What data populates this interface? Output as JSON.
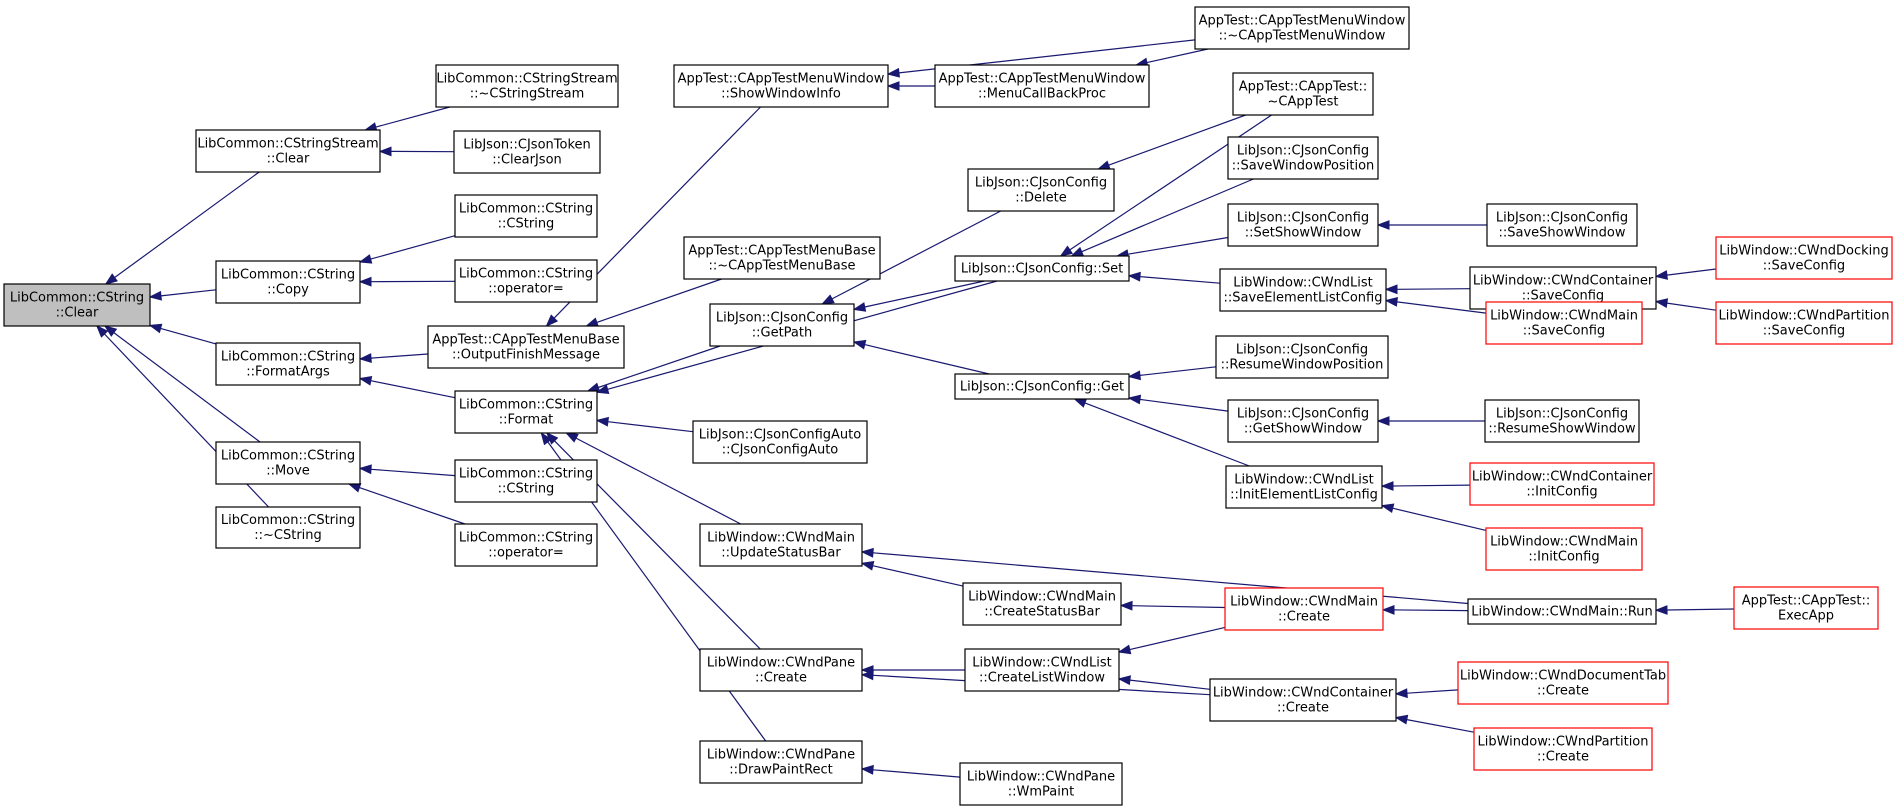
{
  "colors": {
    "edge": "#191970",
    "node_border": "#000000",
    "truncated_border": "#ff0000",
    "current_fill": "#bfbfbf",
    "background": "#ffffff"
  },
  "nodes": [
    {
      "id": "clear",
      "lines": [
        "LibCommon::CString",
        "::Clear"
      ],
      "style": "current"
    },
    {
      "id": "ss_clear",
      "lines": [
        "LibCommon::CStringStream",
        "::Clear"
      ],
      "style": "normal"
    },
    {
      "id": "ss_dtor",
      "lines": [
        "LibCommon::CStringStream",
        "::~CStringStream"
      ],
      "style": "normal"
    },
    {
      "id": "jt_clearjson",
      "lines": [
        "LibJson::CJsonToken",
        "::ClearJson"
      ],
      "style": "normal"
    },
    {
      "id": "cs_ctor1",
      "lines": [
        "LibCommon::CString",
        "::CString"
      ],
      "style": "normal"
    },
    {
      "id": "cs_copy",
      "lines": [
        "LibCommon::CString",
        "::Copy"
      ],
      "style": "normal"
    },
    {
      "id": "cs_op1",
      "lines": [
        "LibCommon::CString",
        "::operator="
      ],
      "style": "normal"
    },
    {
      "id": "cs_formatargs",
      "lines": [
        "LibCommon::CString",
        "::FormatArgs"
      ],
      "style": "normal"
    },
    {
      "id": "cs_move",
      "lines": [
        "LibCommon::CString",
        "::Move"
      ],
      "style": "normal"
    },
    {
      "id": "cs_dtor",
      "lines": [
        "LibCommon::CString",
        "::~CString"
      ],
      "style": "normal"
    },
    {
      "id": "atmb_output",
      "lines": [
        "AppTest::CAppTestMenuBase",
        "::OutputFinishMessage"
      ],
      "style": "normal"
    },
    {
      "id": "cs_format",
      "lines": [
        "LibCommon::CString",
        "::Format"
      ],
      "style": "normal"
    },
    {
      "id": "cs_ctor2",
      "lines": [
        "LibCommon::CString",
        "::CString"
      ],
      "style": "normal"
    },
    {
      "id": "cs_op2",
      "lines": [
        "LibCommon::CString",
        "::operator="
      ],
      "style": "normal"
    },
    {
      "id": "atmw_show",
      "lines": [
        "AppTest::CAppTestMenuWindow",
        "::ShowWindowInfo"
      ],
      "style": "normal"
    },
    {
      "id": "atmb_dtor",
      "lines": [
        "AppTest::CAppTestMenuBase",
        "::~CAppTestMenuBase"
      ],
      "style": "normal"
    },
    {
      "id": "jc_getpath",
      "lines": [
        "LibJson::CJsonConfig",
        "::GetPath"
      ],
      "style": "normal"
    },
    {
      "id": "jca_ctor",
      "lines": [
        "LibJson::CJsonConfigAuto",
        "::CJsonConfigAuto"
      ],
      "style": "normal"
    },
    {
      "id": "wm_updatestatus",
      "lines": [
        "LibWindow::CWndMain",
        "::UpdateStatusBar"
      ],
      "style": "normal"
    },
    {
      "id": "wp_create",
      "lines": [
        "LibWindow::CWndPane",
        "::Create"
      ],
      "style": "normal"
    },
    {
      "id": "wp_drawpaint",
      "lines": [
        "LibWindow::CWndPane",
        "::DrawPaintRect"
      ],
      "style": "normal"
    },
    {
      "id": "atmw_dtor",
      "lines": [
        "AppTest::CAppTestMenuWindow",
        "::~CAppTestMenuWindow"
      ],
      "style": "normal"
    },
    {
      "id": "atmw_menucb",
      "lines": [
        "AppTest::CAppTestMenuWindow",
        "::MenuCallBackProc"
      ],
      "style": "normal"
    },
    {
      "id": "jc_delete",
      "lines": [
        "LibJson::CJsonConfig",
        "::Delete"
      ],
      "style": "normal"
    },
    {
      "id": "jc_set",
      "lines": [
        "LibJson::CJsonConfig::Set"
      ],
      "style": "normal"
    },
    {
      "id": "jc_get",
      "lines": [
        "LibJson::CJsonConfig::Get"
      ],
      "style": "normal"
    },
    {
      "id": "wm_createstatus",
      "lines": [
        "LibWindow::CWndMain",
        "::CreateStatusBar"
      ],
      "style": "normal"
    },
    {
      "id": "wl_createlist",
      "lines": [
        "LibWindow::CWndList",
        "::CreateListWindow"
      ],
      "style": "normal"
    },
    {
      "id": "wp_wmpaint",
      "lines": [
        "LibWindow::CWndPane",
        "::WmPaint"
      ],
      "style": "normal"
    },
    {
      "id": "at_dtor",
      "lines": [
        "AppTest::CAppTest::",
        "~CAppTest"
      ],
      "style": "normal"
    },
    {
      "id": "jc_savewinpos",
      "lines": [
        "LibJson::CJsonConfig",
        "::SaveWindowPosition"
      ],
      "style": "normal"
    },
    {
      "id": "jc_setshow",
      "lines": [
        "LibJson::CJsonConfig",
        "::SetShowWindow"
      ],
      "style": "normal"
    },
    {
      "id": "wl_saveelem",
      "lines": [
        "LibWindow::CWndList",
        "::SaveElementListConfig"
      ],
      "style": "normal"
    },
    {
      "id": "jc_resumewinpos",
      "lines": [
        "LibJson::CJsonConfig",
        "::ResumeWindowPosition"
      ],
      "style": "normal"
    },
    {
      "id": "jc_getshow",
      "lines": [
        "LibJson::CJsonConfig",
        "::GetShowWindow"
      ],
      "style": "normal"
    },
    {
      "id": "wl_initelem",
      "lines": [
        "LibWindow::CWndList",
        "::InitElementListConfig"
      ],
      "style": "normal"
    },
    {
      "id": "wm_create",
      "lines": [
        "LibWindow::CWndMain",
        "::Create"
      ],
      "style": "truncated"
    },
    {
      "id": "wc_create",
      "lines": [
        "LibWindow::CWndContainer",
        "::Create"
      ],
      "style": "normal"
    },
    {
      "id": "jc_saveshow",
      "lines": [
        "LibJson::CJsonConfig",
        "::SaveShowWindow"
      ],
      "style": "normal"
    },
    {
      "id": "wc_saveconfig",
      "lines": [
        "LibWindow::CWndContainer",
        "::SaveConfig"
      ],
      "style": "normal"
    },
    {
      "id": "wm_saveconfig",
      "lines": [
        "LibWindow::CWndMain",
        "::SaveConfig"
      ],
      "style": "truncated"
    },
    {
      "id": "jc_resumeshow",
      "lines": [
        "LibJson::CJsonConfig",
        "::ResumeShowWindow"
      ],
      "style": "normal"
    },
    {
      "id": "wc_initconfig",
      "lines": [
        "LibWindow::CWndContainer",
        "::InitConfig"
      ],
      "style": "truncated"
    },
    {
      "id": "wm_initconfig",
      "lines": [
        "LibWindow::CWndMain",
        "::InitConfig"
      ],
      "style": "truncated"
    },
    {
      "id": "wm_run",
      "lines": [
        "LibWindow::CWndMain::Run"
      ],
      "style": "normal"
    },
    {
      "id": "wdt_create",
      "lines": [
        "LibWindow::CWndDocumentTab",
        "::Create"
      ],
      "style": "truncated"
    },
    {
      "id": "wpart_create",
      "lines": [
        "LibWindow::CWndPartition",
        "::Create"
      ],
      "style": "truncated"
    },
    {
      "id": "wd_saveconfig",
      "lines": [
        "LibWindow::CWndDocking",
        "::SaveConfig"
      ],
      "style": "truncated"
    },
    {
      "id": "wpart_saveconfig",
      "lines": [
        "LibWindow::CWndPartition",
        "::SaveConfig"
      ],
      "style": "truncated"
    },
    {
      "id": "at_execapp",
      "lines": [
        "AppTest::CAppTest::",
        "ExecApp"
      ],
      "style": "truncated"
    }
  ],
  "edges": [
    {
      "from": "ss_clear",
      "to": "clear"
    },
    {
      "from": "cs_copy",
      "to": "clear"
    },
    {
      "from": "cs_formatargs",
      "to": "clear"
    },
    {
      "from": "cs_move",
      "to": "clear"
    },
    {
      "from": "cs_dtor",
      "to": "clear"
    },
    {
      "from": "ss_dtor",
      "to": "ss_clear"
    },
    {
      "from": "jt_clearjson",
      "to": "ss_clear"
    },
    {
      "from": "cs_ctor1",
      "to": "cs_copy"
    },
    {
      "from": "cs_op1",
      "to": "cs_copy"
    },
    {
      "from": "atmb_output",
      "to": "cs_formatargs"
    },
    {
      "from": "cs_format",
      "to": "cs_formatargs"
    },
    {
      "from": "cs_ctor2",
      "to": "cs_move"
    },
    {
      "from": "cs_op2",
      "to": "cs_move"
    },
    {
      "from": "atmw_show",
      "to": "atmb_output"
    },
    {
      "from": "atmb_dtor",
      "to": "atmb_output"
    },
    {
      "from": "jc_getpath",
      "to": "cs_format"
    },
    {
      "from": "jc_set",
      "to": "cs_format"
    },
    {
      "from": "jca_ctor",
      "to": "cs_format"
    },
    {
      "from": "wm_updatestatus",
      "to": "cs_format"
    },
    {
      "from": "wp_create",
      "to": "cs_format"
    },
    {
      "from": "wp_drawpaint",
      "to": "cs_format"
    },
    {
      "from": "atmw_dtor",
      "to": "atmw_show"
    },
    {
      "from": "atmw_menucb",
      "to": "atmw_show"
    },
    {
      "from": "atmw_dtor",
      "to": "atmw_menucb"
    },
    {
      "from": "jc_delete",
      "to": "jc_getpath"
    },
    {
      "from": "jc_set",
      "to": "jc_getpath"
    },
    {
      "from": "jc_get",
      "to": "jc_getpath"
    },
    {
      "from": "at_dtor",
      "to": "jc_delete"
    },
    {
      "from": "at_dtor",
      "to": "jc_set"
    },
    {
      "from": "jc_savewinpos",
      "to": "jc_set"
    },
    {
      "from": "jc_setshow",
      "to": "jc_set"
    },
    {
      "from": "wl_saveelem",
      "to": "jc_set"
    },
    {
      "from": "jc_resumewinpos",
      "to": "jc_get"
    },
    {
      "from": "jc_getshow",
      "to": "jc_get"
    },
    {
      "from": "wl_initelem",
      "to": "jc_get"
    },
    {
      "from": "jc_saveshow",
      "to": "jc_setshow"
    },
    {
      "from": "wc_saveconfig",
      "to": "wl_saveelem"
    },
    {
      "from": "wm_saveconfig",
      "to": "wl_saveelem"
    },
    {
      "from": "wd_saveconfig",
      "to": "wc_saveconfig"
    },
    {
      "from": "wpart_saveconfig",
      "to": "wc_saveconfig"
    },
    {
      "from": "jc_resumeshow",
      "to": "jc_getshow"
    },
    {
      "from": "wc_initconfig",
      "to": "wl_initelem"
    },
    {
      "from": "wm_initconfig",
      "to": "wl_initelem"
    },
    {
      "from": "wm_run",
      "to": "wm_updatestatus"
    },
    {
      "from": "wm_createstatus",
      "to": "wm_updatestatus"
    },
    {
      "from": "wm_create",
      "to": "wm_createstatus"
    },
    {
      "from": "wm_run",
      "to": "wm_create"
    },
    {
      "from": "at_execapp",
      "to": "wm_run"
    },
    {
      "from": "wl_createlist",
      "to": "wp_create"
    },
    {
      "from": "wc_create",
      "to": "wp_create"
    },
    {
      "from": "wm_create",
      "to": "wl_createlist"
    },
    {
      "from": "wc_create",
      "to": "wl_createlist"
    },
    {
      "from": "wdt_create",
      "to": "wc_create"
    },
    {
      "from": "wpart_create",
      "to": "wc_create"
    },
    {
      "from": "wp_wmpaint",
      "to": "wp_drawpaint"
    }
  ]
}
